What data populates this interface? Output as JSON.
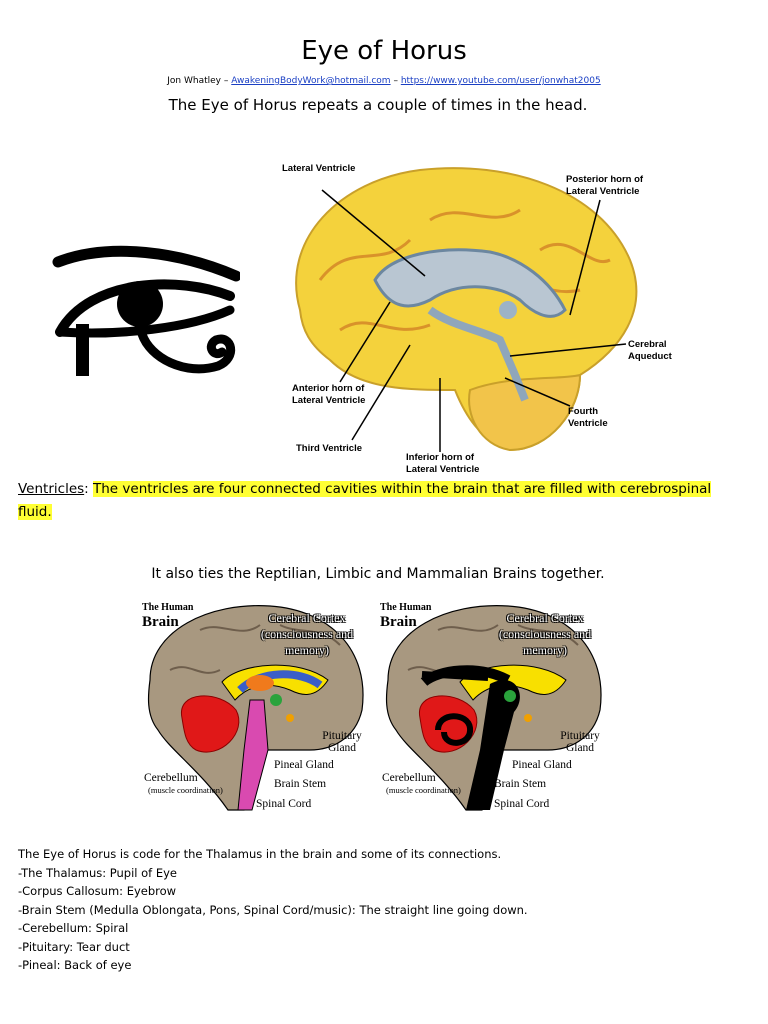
{
  "title": "Eye of Horus",
  "byline": {
    "author": "Jon Whatley – ",
    "email": "AwakeningBodyWork@hotmail.com",
    "sep": " – ",
    "url": "https://www.youtube.com/user/jonwhat2005"
  },
  "intro": "The Eye of Horus repeats a couple of times in the head.",
  "diagram1": {
    "labels": {
      "lateral_ventricle": "Lateral Ventricle",
      "posterior_horn": "Posterior horn of Lateral Ventricle",
      "cerebral_aqueduct": "Cerebral Aqueduct",
      "anterior_horn": "Anterior horn of Lateral Ventricle",
      "fourth_ventricle": "Fourth Ventricle",
      "third_ventricle": "Third Ventricle",
      "inferior_horn": "Inferior horn of Lateral Ventricle"
    }
  },
  "ventricles": {
    "term": "Ventricles",
    "sep": ": ",
    "text": "The ventricles are four connected cavities within the brain that are filled with cerebrospinal fluid."
  },
  "ties": "It also ties the Reptilian, Limbic and Mammalian Brains together.",
  "diagram2": {
    "title_small": "The Human",
    "title_big": "Brain",
    "cortex": "Cerebral Cortex (consciousness and memory)",
    "pituitary": "Pituitary Gland",
    "pineal": "Pineal Gland",
    "cerebellum": "Cerebellum",
    "cerebellum_note": "(muscle coordination)",
    "brain_stem": "Brain Stem",
    "spinal_cord": "Spinal Cord"
  },
  "list": {
    "intro": "The Eye of Horus is code for the Thalamus in the brain and some of its connections.",
    "items": [
      "-The Thalamus: Pupil of Eye",
      "-Corpus Callosum: Eyebrow",
      "-Brain Stem (Medulla Oblongata, Pons, Spinal Cord/music): The straight line going down.",
      "-Cerebellum: Spiral",
      "-Pituitary: Tear duct",
      "-Pineal: Back of eye"
    ]
  }
}
